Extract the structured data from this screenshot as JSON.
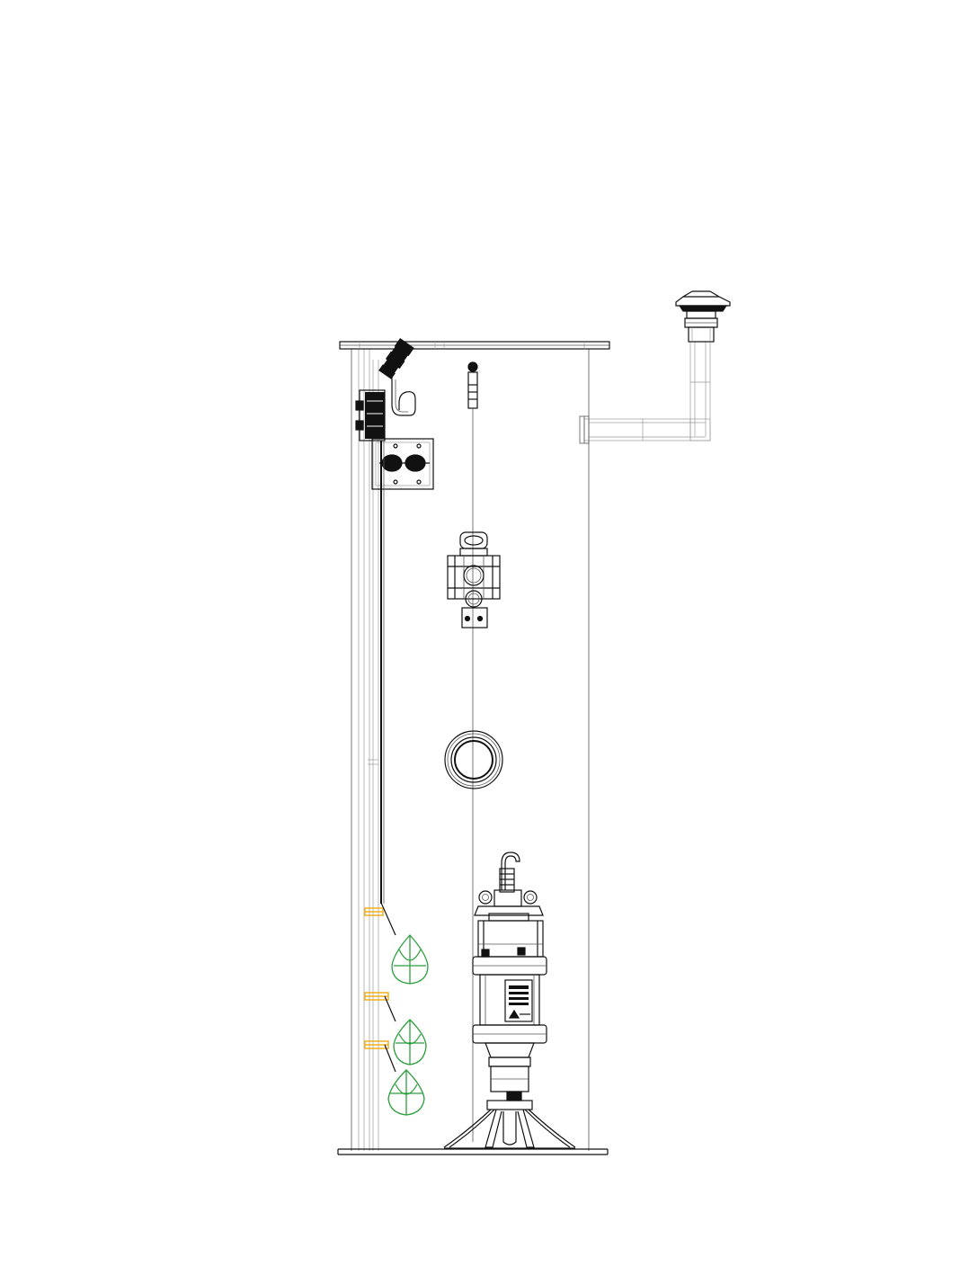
{
  "colors": {
    "line": "#111111",
    "thin": "#555555",
    "faint": "#9a9a9a",
    "float": "#2e9e3e",
    "bracket": "#f2b01e",
    "fill_dark": "#111111",
    "background": "#ffffff"
  },
  "components": [
    {
      "id": "basin",
      "icon": "basin-tank-icon"
    },
    {
      "id": "cover",
      "icon": "basin-cover-icon"
    },
    {
      "id": "vent",
      "icon": "vent-cap-icon"
    },
    {
      "id": "vent-pipe",
      "icon": "vent-pipe-icon"
    },
    {
      "id": "cord-grip",
      "icon": "cord-grip-icon"
    },
    {
      "id": "junction-box",
      "icon": "junction-box-icon"
    },
    {
      "id": "float-bracket",
      "icon": "float-bracket-plate-icon"
    },
    {
      "id": "lifting-hook",
      "icon": "lifting-hook-icon"
    },
    {
      "id": "guide-rail",
      "icon": "guide-rail-icon"
    },
    {
      "id": "discharge-valve",
      "icon": "discharge-valve-icon"
    },
    {
      "id": "inlet-hub",
      "icon": "inlet-hub-icon"
    },
    {
      "id": "pump",
      "icon": "submersible-pump-icon"
    },
    {
      "id": "pump-stand",
      "icon": "pump-stand-icon"
    },
    {
      "id": "float-switches",
      "icon": "float-switch-icon",
      "count": 3
    }
  ]
}
